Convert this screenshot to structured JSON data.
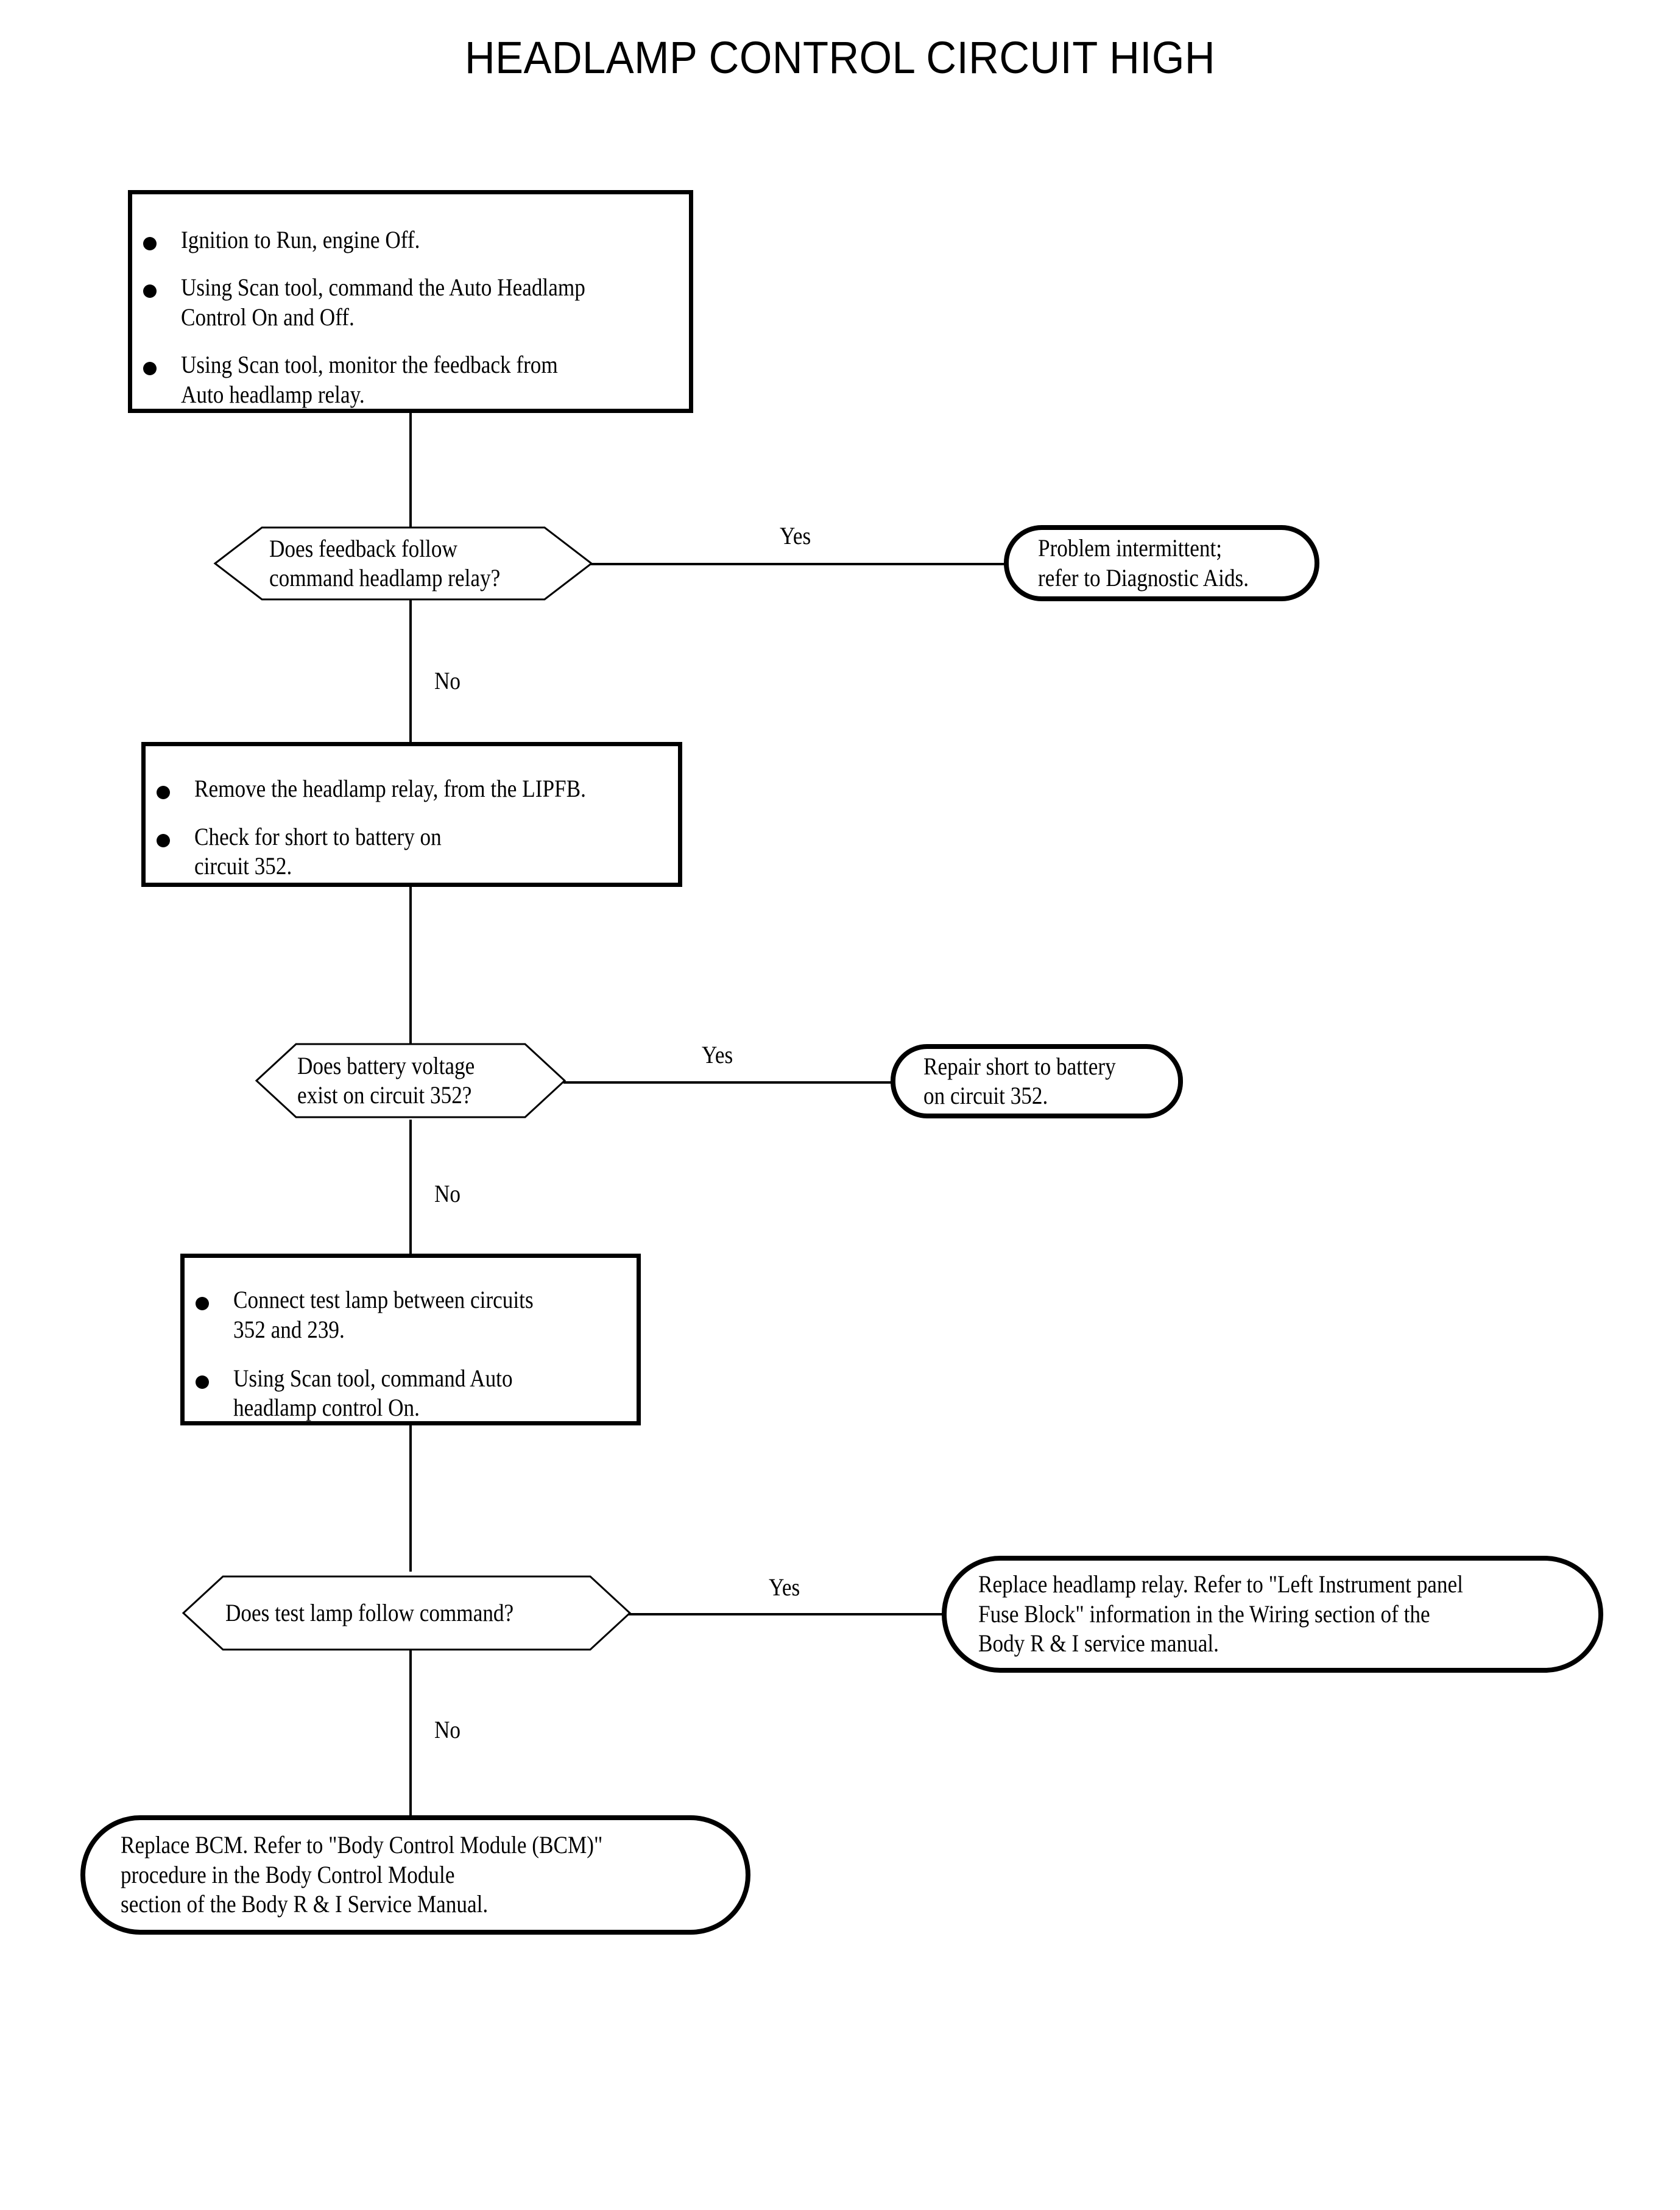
{
  "title": "HEADLAMP CONTROL CIRCUIT HIGH",
  "chart_data": {
    "type": "flowchart",
    "title": "HEADLAMP CONTROL CIRCUIT HIGH",
    "orientation": "top-to-bottom",
    "node_count": 10,
    "nodes": [
      {
        "id": "step1",
        "shape": "process",
        "bullets": [
          "Ignition to Run, engine Off.",
          "Using Scan tool, command the Auto Headlamp\nControl On and Off.",
          "Using Scan tool, monitor the feedback from\nAuto headlamp relay."
        ]
      },
      {
        "id": "decision1",
        "shape": "decision",
        "text": "Does feedback follow\ncommand headlamp relay?"
      },
      {
        "id": "terminal1",
        "shape": "terminal",
        "text": "Problem intermittent;\nrefer to Diagnostic Aids."
      },
      {
        "id": "step2",
        "shape": "process",
        "bullets": [
          "Remove the headlamp relay, from the LIPFB.",
          "Check for short to battery on\ncircuit 352."
        ]
      },
      {
        "id": "decision2",
        "shape": "decision",
        "text": "Does battery voltage\nexist on circuit 352?"
      },
      {
        "id": "terminal2",
        "shape": "terminal",
        "text": "Repair short to battery\non circuit 352."
      },
      {
        "id": "step3",
        "shape": "process",
        "bullets": [
          "Connect test lamp between circuits\n352 and 239.",
          "Using Scan tool, command Auto\nheadlamp control On."
        ]
      },
      {
        "id": "decision3",
        "shape": "decision",
        "text": "Does test lamp follow command?"
      },
      {
        "id": "terminal3",
        "shape": "terminal",
        "text": "Replace headlamp relay. Refer to \"Left Instrument panel\nFuse Block\" information in the Wiring section of the\nBody R & I service manual."
      },
      {
        "id": "terminal4",
        "shape": "terminal",
        "text": "Replace BCM. Refer to \"Body Control Module (BCM)\"\nprocedure in the Body Control Module\nsection of the Body R & I Service Manual."
      }
    ],
    "edges": [
      {
        "from": "step1",
        "to": "decision1",
        "label": ""
      },
      {
        "from": "decision1",
        "to": "terminal1",
        "label": "Yes"
      },
      {
        "from": "decision1",
        "to": "step2",
        "label": "No"
      },
      {
        "from": "step2",
        "to": "decision2",
        "label": ""
      },
      {
        "from": "decision2",
        "to": "terminal2",
        "label": "Yes"
      },
      {
        "from": "decision2",
        "to": "step3",
        "label": "No"
      },
      {
        "from": "step3",
        "to": "decision3",
        "label": ""
      },
      {
        "from": "decision3",
        "to": "terminal3",
        "label": "Yes"
      },
      {
        "from": "decision3",
        "to": "terminal4",
        "label": "No"
      }
    ]
  },
  "steps": {
    "step1": {
      "bullet1": "Ignition to Run, engine Off.",
      "bullet2": "Using Scan tool, command the Auto Headlamp\nControl On and Off.",
      "bullet3": "Using Scan tool, monitor the feedback from\nAuto headlamp relay."
    },
    "step2": {
      "bullet1": "Remove the headlamp relay, from the LIPFB.",
      "bullet2": "Check for short to battery on\ncircuit 352."
    },
    "step3": {
      "bullet1": "Connect test lamp between circuits\n352 and 239.",
      "bullet2": "Using Scan tool, command Auto\nheadlamp control On."
    }
  },
  "decisions": {
    "decision1": "Does feedback follow\ncommand headlamp relay?",
    "decision2": "Does battery voltage\nexist on circuit 352?",
    "decision3": "Does test lamp follow command?"
  },
  "terminals": {
    "terminal1": "Problem intermittent;\nrefer to Diagnostic Aids.",
    "terminal2": "Repair short to battery\non circuit 352.",
    "terminal3": "Replace headlamp relay. Refer to \"Left Instrument panel\nFuse Block\" information in the Wiring section of the\nBody R & I service manual.",
    "terminal4": "Replace BCM. Refer to \"Body Control Module (BCM)\"\nprocedure in the Body Control Module\nsection of the Body R & I Service Manual."
  },
  "branch_labels": {
    "yes1": "Yes",
    "no1": "No",
    "yes2": "Yes",
    "no2": "No",
    "yes3": "Yes",
    "no3": "No"
  },
  "colors": {
    "ink": "#000000",
    "paper": "#ffffff"
  }
}
